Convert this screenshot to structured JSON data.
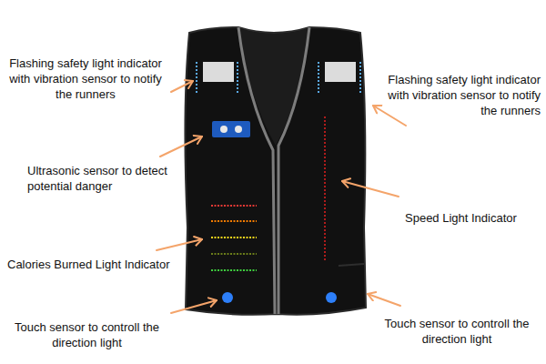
{
  "diagram": {
    "labels": [
      "Flashing safety light indicator with vibration sensor to notify the runners",
      "Flashing safety light indicator with vibration sensor to notify the runners",
      "Ultrasonic sensor to detect potential danger",
      "Speed Light Indicator",
      "Calories Burned Light Indicator",
      "Touch sensor to controll the direction light",
      "Touch sensor to controll the direction light"
    ]
  }
}
